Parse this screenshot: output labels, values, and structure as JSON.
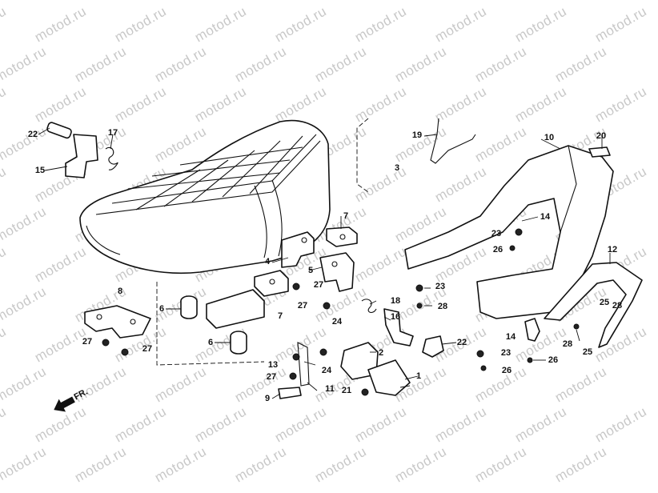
{
  "watermark": {
    "text": "motod.ru"
  },
  "front_indicator": {
    "text": "FR.",
    "icon": "arrow-left-icon"
  },
  "callouts": [
    "1",
    "2",
    "3",
    "4",
    "5",
    "6",
    "7",
    "8",
    "9",
    "10",
    "11",
    "12",
    "13",
    "14",
    "15",
    "16",
    "17",
    "18",
    "19",
    "20",
    "21",
    "22",
    "23",
    "24",
    "25",
    "26",
    "27",
    "28"
  ]
}
